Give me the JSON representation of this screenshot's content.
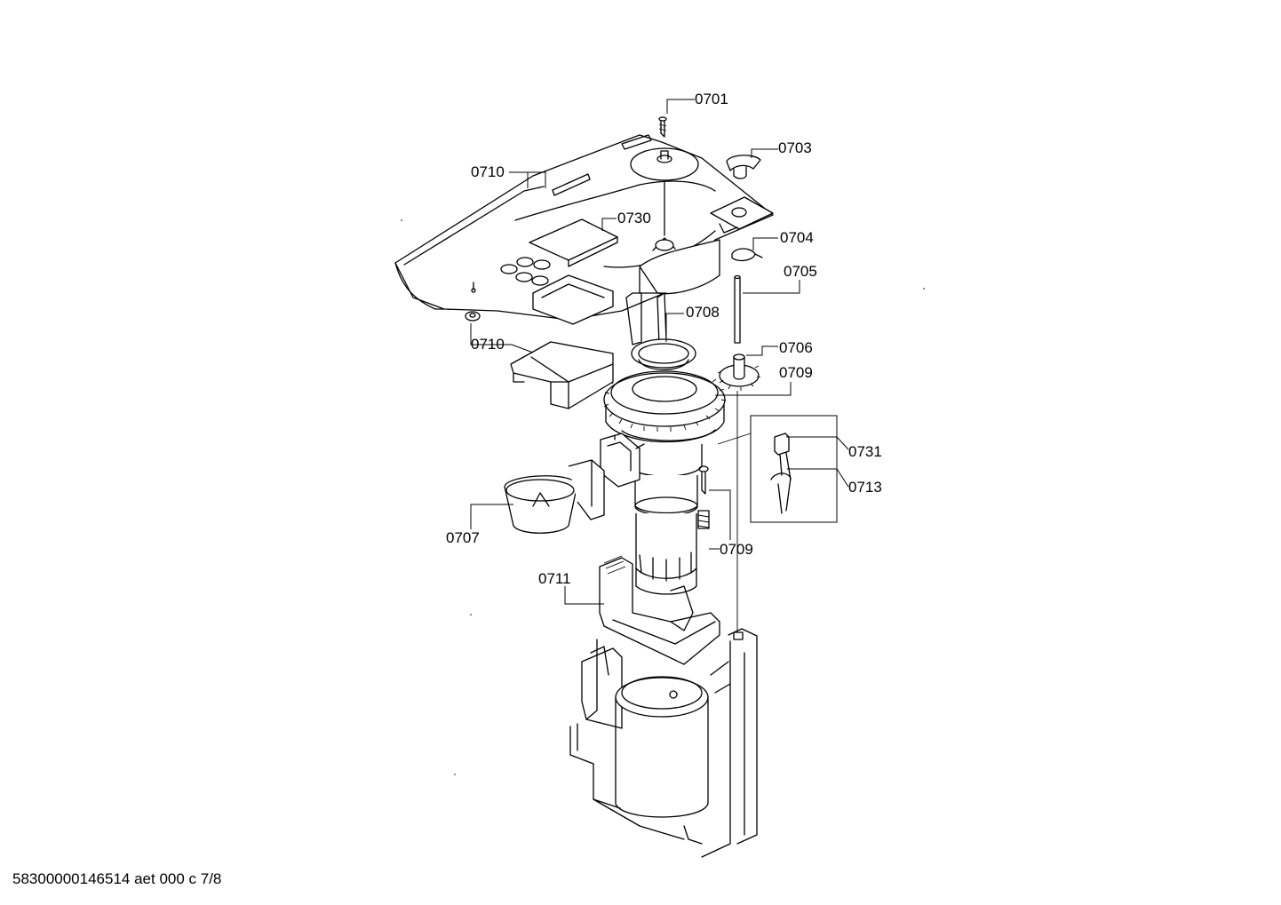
{
  "labels": {
    "p0701": "0701",
    "p0703": "0703",
    "p0710a": "0710",
    "p0730": "0730",
    "p0704": "0704",
    "p0705": "0705",
    "p0708": "0708",
    "p0710b": "0710",
    "p0706": "0706",
    "p0709a": "0709",
    "p0731": "0731",
    "p0713": "0713",
    "p0707": "0707",
    "p0709b": "0709",
    "p0711": "0711"
  },
  "footer": "58300000146514 aet 000 c 7/8"
}
